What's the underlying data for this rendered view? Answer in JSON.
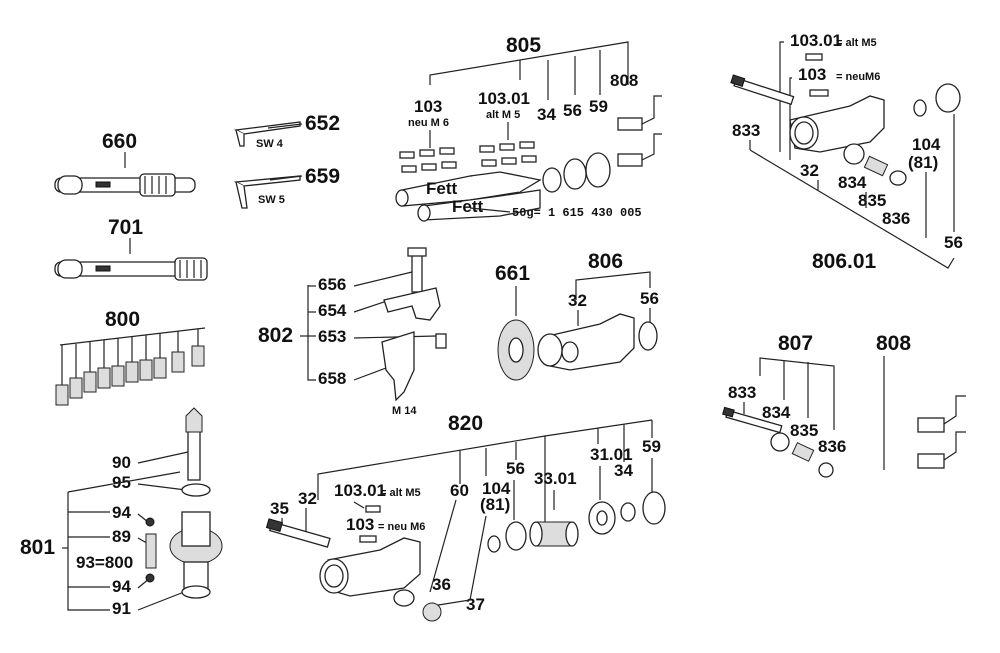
{
  "labels": {
    "l660": "660",
    "l701": "701",
    "l800": "800",
    "l652": "652",
    "l659": "659",
    "sw4": "SW 4",
    "sw5": "SW 5",
    "l805": "805",
    "l103a": "103",
    "l103a_sub": "neu M 6",
    "l10301a": "103.01",
    "l10301a_sub": "alt M 5",
    "l34a": "34",
    "l56a": "56",
    "l59a": "59",
    "l808a": "808",
    "fett1": "Fett",
    "fett2": "Fett",
    "partno": "50g= 1 615 430 005",
    "l10301b": "103.01",
    "l10301b_sub": "= alt M5",
    "l103b": "103",
    "l103b_sub": "= neuM6",
    "l833a": "833",
    "l32a": "32",
    "l834a": "834",
    "l835a": "835",
    "l836a": "836",
    "l104a": "104",
    "l81a": "(81)",
    "l80601": "806.01",
    "l56b": "56",
    "l656": "656",
    "l654": "654",
    "l802": "802",
    "l653": "653",
    "l658": "658",
    "m14": "M 14",
    "l661": "661",
    "l806": "806",
    "l32b": "32",
    "l56c": "56",
    "l807": "807",
    "l833b": "833",
    "l834b": "834",
    "l835b": "835",
    "l836b": "836",
    "l808b": "808",
    "l90": "90",
    "l95": "95",
    "l94a": "94",
    "l89": "89",
    "l801": "801",
    "l93": "93=800",
    "l94b": "94",
    "l91": "91",
    "l820": "820",
    "l35": "35",
    "l32c": "32",
    "l10301c": "103.01",
    "l10301c_sub": "= alt M5",
    "l103c": "103",
    "l103c_sub": "= neu M6",
    "l60": "60",
    "l104b": "104",
    "l81b": "(81)",
    "l56d": "56",
    "l3301": "33.01",
    "l3101": "31.01",
    "l34b": "34",
    "l59b": "59",
    "l36": "36",
    "l37": "37"
  }
}
